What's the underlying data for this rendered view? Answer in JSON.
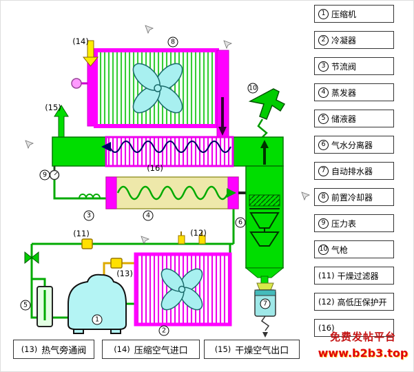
{
  "legend": {
    "items": [
      {
        "num": "1",
        "label": "压缩机"
      },
      {
        "num": "2",
        "label": "冷凝器"
      },
      {
        "num": "3",
        "label": "节流阀"
      },
      {
        "num": "4",
        "label": "蒸发器"
      },
      {
        "num": "5",
        "label": "储液器"
      },
      {
        "num": "6",
        "label": "气水分离器"
      },
      {
        "num": "7",
        "label": "自动排水器"
      },
      {
        "num": "8",
        "label": "前置冷却器"
      },
      {
        "num": "9",
        "label": "压力表"
      },
      {
        "num": "10",
        "label": "气枪"
      },
      {
        "num": "(11)",
        "label": "干燥过滤器"
      },
      {
        "num": "(12)",
        "label": "高低压保护开"
      },
      {
        "num": "(16)",
        "label": ""
      }
    ]
  },
  "bottom_boxes": [
    {
      "num": "(13)",
      "label": "热气旁通阀"
    },
    {
      "num": "(14)",
      "label": "压缩空气进口"
    },
    {
      "num": "(15)",
      "label": "干燥空气出口"
    }
  ],
  "callouts": {
    "c1": "1",
    "c2": "2",
    "c3": "3",
    "c4": "4",
    "c5": "5",
    "c6": "6",
    "c7": "7",
    "c8": "8",
    "c9": "9",
    "c10": "10",
    "c11": "(11)",
    "c12": "(12)",
    "c13": "(13)",
    "c14": "(14)",
    "c15": "(15)",
    "c16": "(16)"
  },
  "watermark": {
    "line1": "免费发帖平台",
    "line2": "www.b2b3.top"
  },
  "colors": {
    "pipe_green": "#00AA00",
    "vessel_green": "#00DD00",
    "magenta": "#FF00FF",
    "fan_cyan": "#A8F0F0",
    "heat_exchanger_khaki": "#EEE8AA",
    "valve_yellow": "#FFE000",
    "wave_navy": "#000066",
    "watermark_red": "#C41212"
  }
}
